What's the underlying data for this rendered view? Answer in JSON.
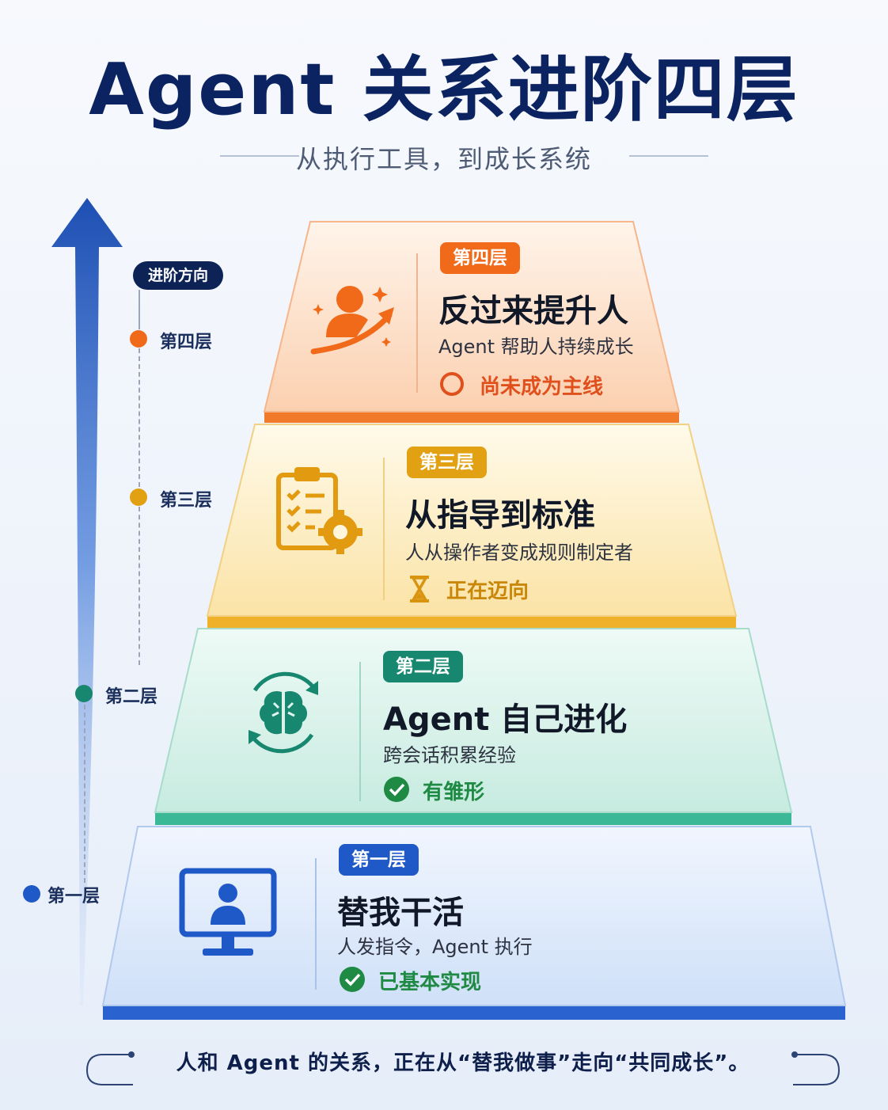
{
  "title": "Agent 关系进阶四层",
  "subtitle": "从执行工具，到成长系统",
  "axis": {
    "direction_label": "进阶方向",
    "levels": [
      "第四层",
      "第三层",
      "第二层",
      "第一层"
    ]
  },
  "colors": {
    "tier4": "#f06a1a",
    "tier3": "#e2a112",
    "tier2": "#18876f",
    "tier1": "#1f58c7",
    "check_green": "#1f8a43",
    "navy": "#0b2361"
  },
  "tiers": [
    {
      "badge": "第四层",
      "title": "反过来提升人",
      "desc": "Agent 帮助人持续成长",
      "status": "尚未成为主线",
      "icon": "person-growth-icon",
      "status_icon": "empty-circle-icon"
    },
    {
      "badge": "第三层",
      "title": "从指导到标准",
      "desc": "人从操作者变成规则制定者",
      "status": "正在迈向",
      "icon": "checklist-gear-icon",
      "status_icon": "hourglass-icon"
    },
    {
      "badge": "第二层",
      "title": "Agent 自己进化",
      "desc": "跨会话积累经验",
      "status": "有雏形",
      "icon": "brain-cycle-icon",
      "status_icon": "check-circle-icon"
    },
    {
      "badge": "第一层",
      "title": "替我干活",
      "desc": "人发指令，Agent 执行",
      "status": "已基本实现",
      "icon": "monitor-person-icon",
      "status_icon": "check-circle-icon"
    }
  ],
  "footer": "人和 Agent 的关系，正在从“替我做事”走向“共同成长”。"
}
